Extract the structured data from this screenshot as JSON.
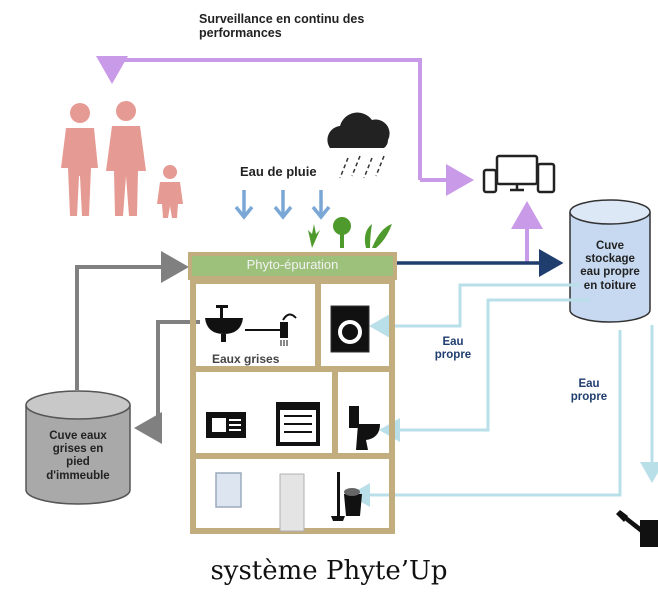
{
  "monitoring": {
    "line1": "Surveillance en continu des",
    "line2": "performances"
  },
  "rain": {
    "label": "Eau de pluie"
  },
  "phyto": {
    "label": "Phyto-épuration"
  },
  "tank_clean": {
    "line1": "Cuve",
    "line2": "stockage",
    "line3": "eau propre",
    "line4": "en toiture"
  },
  "tank_grey": {
    "line1": "Cuve eaux",
    "line2": "grises en",
    "line3": "pied",
    "line4": "d'immeuble"
  },
  "greywater": {
    "label": "Eaux grises"
  },
  "clean_water_1": {
    "line1": "Eau",
    "line2": "propre"
  },
  "clean_water_2": {
    "line1": "Eau",
    "line2": "propre"
  },
  "caption": "système Phyte’Up",
  "colors": {
    "purple": "#c99ae8",
    "grey_arrow": "#808080",
    "dark_blue": "#1f3e6e",
    "light_blue": "#b9dfe8",
    "rain_blue": "#7aa7d6",
    "tank_blue": "#c6d9f1",
    "green_bar": "#9dc07a",
    "building_border": "#c2ad7f",
    "people": "#e59a93",
    "plants": "#4f9a2c"
  },
  "icons": [
    "people-icon",
    "cloud-rain-icon",
    "devices-icon",
    "plant-icons",
    "sink-icon",
    "shower-icon",
    "washing-machine-icon",
    "tablet-icon",
    "dishwasher-icon",
    "toilet-icon",
    "window-icon",
    "door-icon",
    "cleaning-bucket-icon",
    "watering-can-icon"
  ]
}
